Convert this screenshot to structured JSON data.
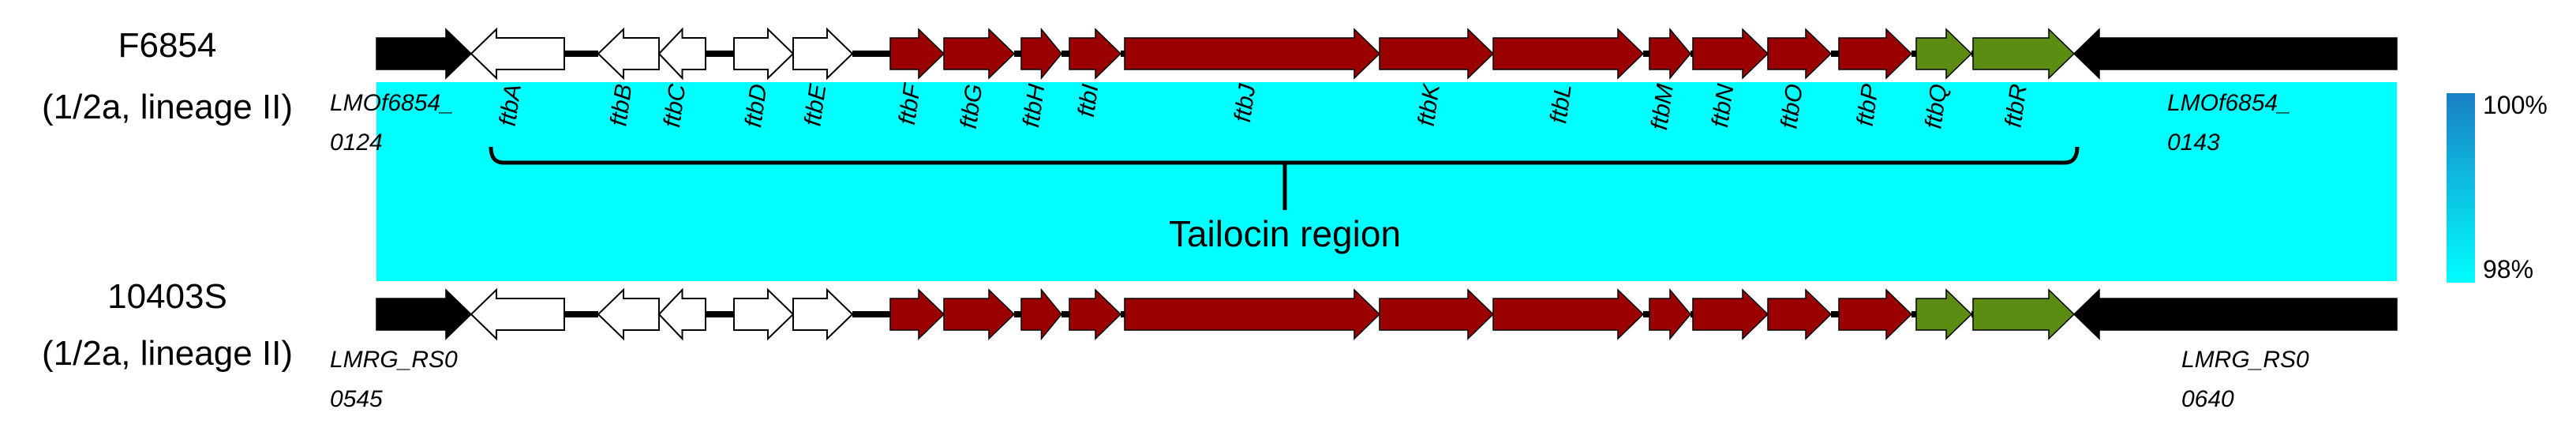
{
  "colors": {
    "flank": "#000000",
    "white_gene": "#ffffff",
    "red_gene": "#9b0000",
    "green_gene": "#5c8c12",
    "identity_band": "#00ffff",
    "scale_top": "#1a7fc4",
    "scale_bottom": "#00ffff",
    "backbone": "#000000"
  },
  "strains": [
    {
      "name": "F6854",
      "subtitle": "(1/2a, lineage II)",
      "left_flank_label": [
        "LMOf6854_",
        "0124"
      ],
      "right_flank_label": [
        "LMOf6854_",
        "0143"
      ]
    },
    {
      "name": "10403S",
      "subtitle": "(1/2a, lineage II)",
      "left_flank_label": [
        "LMRG_RS0",
        "0545"
      ],
      "right_flank_label": [
        "LMRG_RS0",
        "0640"
      ]
    }
  ],
  "genes": [
    {
      "label": "",
      "type": "flank"
    },
    {
      "label": "ftbA",
      "type": "white"
    },
    {
      "label": "ftbB",
      "type": "white"
    },
    {
      "label": "ftbC",
      "type": "white"
    },
    {
      "label": "ftbD",
      "type": "white"
    },
    {
      "label": "ftbE",
      "type": "white"
    },
    {
      "label": "ftbF",
      "type": "red"
    },
    {
      "label": "ftbG",
      "type": "red"
    },
    {
      "label": "ftbH",
      "type": "red"
    },
    {
      "label": "ftbI",
      "type": "red"
    },
    {
      "label": "ftbJ",
      "type": "red"
    },
    {
      "label": "ftbK",
      "type": "red"
    },
    {
      "label": "ftbL",
      "type": "red"
    },
    {
      "label": "ftbM",
      "type": "red"
    },
    {
      "label": "ftbN",
      "type": "red"
    },
    {
      "label": "ftbO",
      "type": "red"
    },
    {
      "label": "ftbP",
      "type": "red"
    },
    {
      "label": "ftbQ",
      "type": "green"
    },
    {
      "label": "ftbR",
      "type": "green"
    },
    {
      "label": "",
      "type": "flank"
    }
  ],
  "region": {
    "label": "Tailocin region"
  },
  "identity_scale": {
    "max_label": "100%",
    "min_label": "98%"
  }
}
